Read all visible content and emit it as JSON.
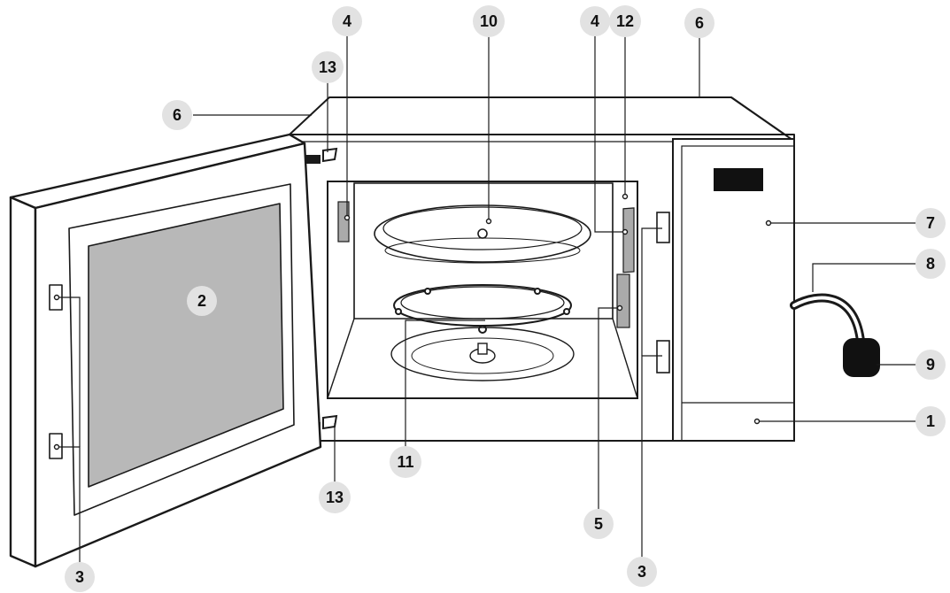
{
  "callouts": [
    {
      "id": "c1",
      "label": "1"
    },
    {
      "id": "c2",
      "label": "2"
    },
    {
      "id": "c3a",
      "label": "3"
    },
    {
      "id": "c3b",
      "label": "3"
    },
    {
      "id": "c4a",
      "label": "4"
    },
    {
      "id": "c4b",
      "label": "4"
    },
    {
      "id": "c5",
      "label": "5"
    },
    {
      "id": "c6a",
      "label": "6"
    },
    {
      "id": "c6b",
      "label": "6"
    },
    {
      "id": "c7",
      "label": "7"
    },
    {
      "id": "c8",
      "label": "8"
    },
    {
      "id": "c9",
      "label": "9"
    },
    {
      "id": "c10",
      "label": "10"
    },
    {
      "id": "c11",
      "label": "11"
    },
    {
      "id": "c12",
      "label": "12"
    },
    {
      "id": "c13a",
      "label": "13"
    },
    {
      "id": "c13b",
      "label": "13"
    }
  ],
  "colors": {
    "line": "#1a1a1a",
    "badge": "#e2e2e2",
    "window_glass": "#b8b8b8",
    "display": "#111111"
  }
}
